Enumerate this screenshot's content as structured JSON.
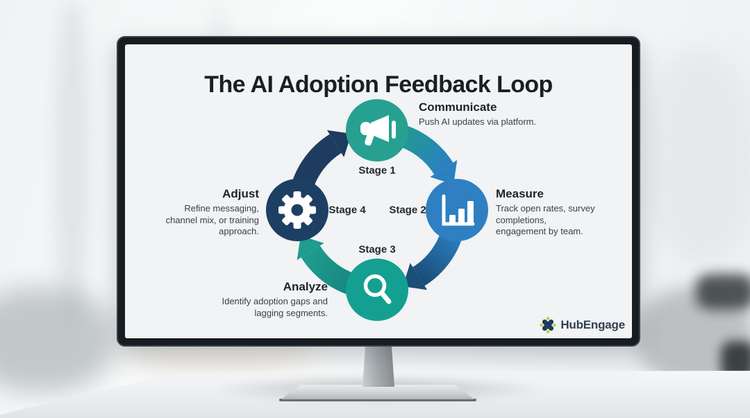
{
  "title": "The AI Adoption Feedback Loop",
  "stages": [
    {
      "label": "Stage 1",
      "name": "Communicate",
      "description": "Push AI updates via platform.",
      "color": "#27a092",
      "icon": "megaphone-icon"
    },
    {
      "label": "Stage 2",
      "name": "Measure",
      "description": "Track open rates, survey completions, engagement by team.",
      "color": "#2e80c2",
      "icon": "bar-chart-icon"
    },
    {
      "label": "Stage 3",
      "name": "Analyze",
      "description": "Identify adoption gaps and lagging segments.",
      "color": "#14a091",
      "icon": "magnifier-icon"
    },
    {
      "label": "Stage 4",
      "name": "Adjust",
      "description": "Refine messaging, channel mix, or training approach.",
      "color": "#1d3f63",
      "icon": "gear-icon"
    }
  ],
  "arrows": {
    "navy": "#1d3c5f",
    "teal": "#1f9c8d",
    "teal_dark": "#15857f",
    "blue": "#2b80c1",
    "deep_blue": "#1b4e78"
  },
  "logo": {
    "text": "HubEngage",
    "icon_color": "#1e3a5c",
    "dot_color": "#b9cf3a"
  }
}
